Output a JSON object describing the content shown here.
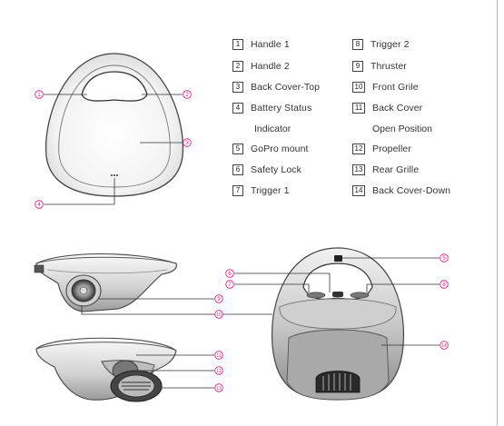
{
  "legend": {
    "col1": [
      {
        "num": "1",
        "label": "Handle 1"
      },
      {
        "num": "2",
        "label": "Handle 2"
      },
      {
        "num": "3",
        "label": "Back Cover-Top"
      },
      {
        "num": "4",
        "label": "Battery  Status"
      },
      {
        "num": "5",
        "label": "GoPro  mount"
      },
      {
        "num": "6",
        "label": "Safety Lock"
      },
      {
        "num": "7",
        "label": "Trigger 1"
      }
    ],
    "col1_cont": "Indicator",
    "col2": [
      {
        "num": "8",
        "label": "Trigger  2"
      },
      {
        "num": "9",
        "label": "Thruster"
      },
      {
        "num": "10",
        "label": "Front Grile"
      },
      {
        "num": "11",
        "label": "Back Cover"
      },
      {
        "num": "12",
        "label": "Propeller"
      },
      {
        "num": "13",
        "label": "Rear Grille"
      },
      {
        "num": "14",
        "label": "Back Cover-Down"
      }
    ],
    "col2_cont": "Open Position"
  },
  "callouts": {
    "c1": "1",
    "c2": "2",
    "c3": "3",
    "c4": "4",
    "c5": "5",
    "c6": "6",
    "c7": "7",
    "c8": "8",
    "c9": "9",
    "c10": "10",
    "c11": "11",
    "c12": "12",
    "c13": "13",
    "c14": "14"
  },
  "colors": {
    "callout": "#e8137a",
    "line": "#333333",
    "edge": "#b8b8b8"
  }
}
